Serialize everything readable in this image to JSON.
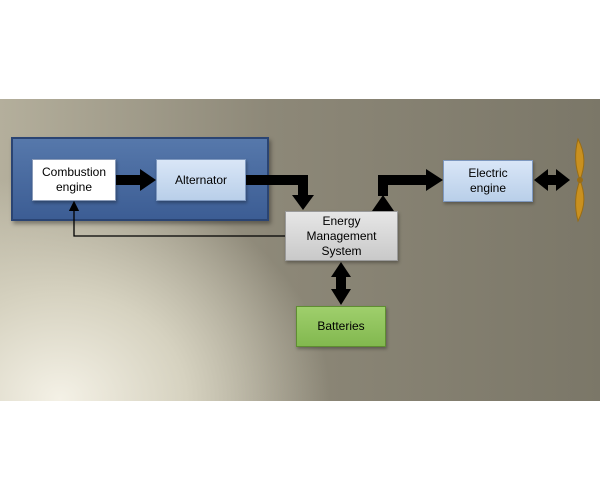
{
  "nodes": {
    "combustion_engine": {
      "line1": "Combustion",
      "line2": "engine"
    },
    "alternator": {
      "label": "Alternator"
    },
    "energy_management_system": {
      "line1": "Energy",
      "line2": "Management",
      "line3": "System"
    },
    "electric_engine": {
      "line1": "Electric",
      "line2": "engine"
    },
    "batteries": {
      "label": "Batteries"
    }
  },
  "icons": {
    "propeller": "propeller-icon"
  },
  "colors": {
    "group_box": "#3c5d94",
    "arrow": "#000000",
    "propeller": "#c9901f",
    "batteries": "#8dc15a"
  }
}
